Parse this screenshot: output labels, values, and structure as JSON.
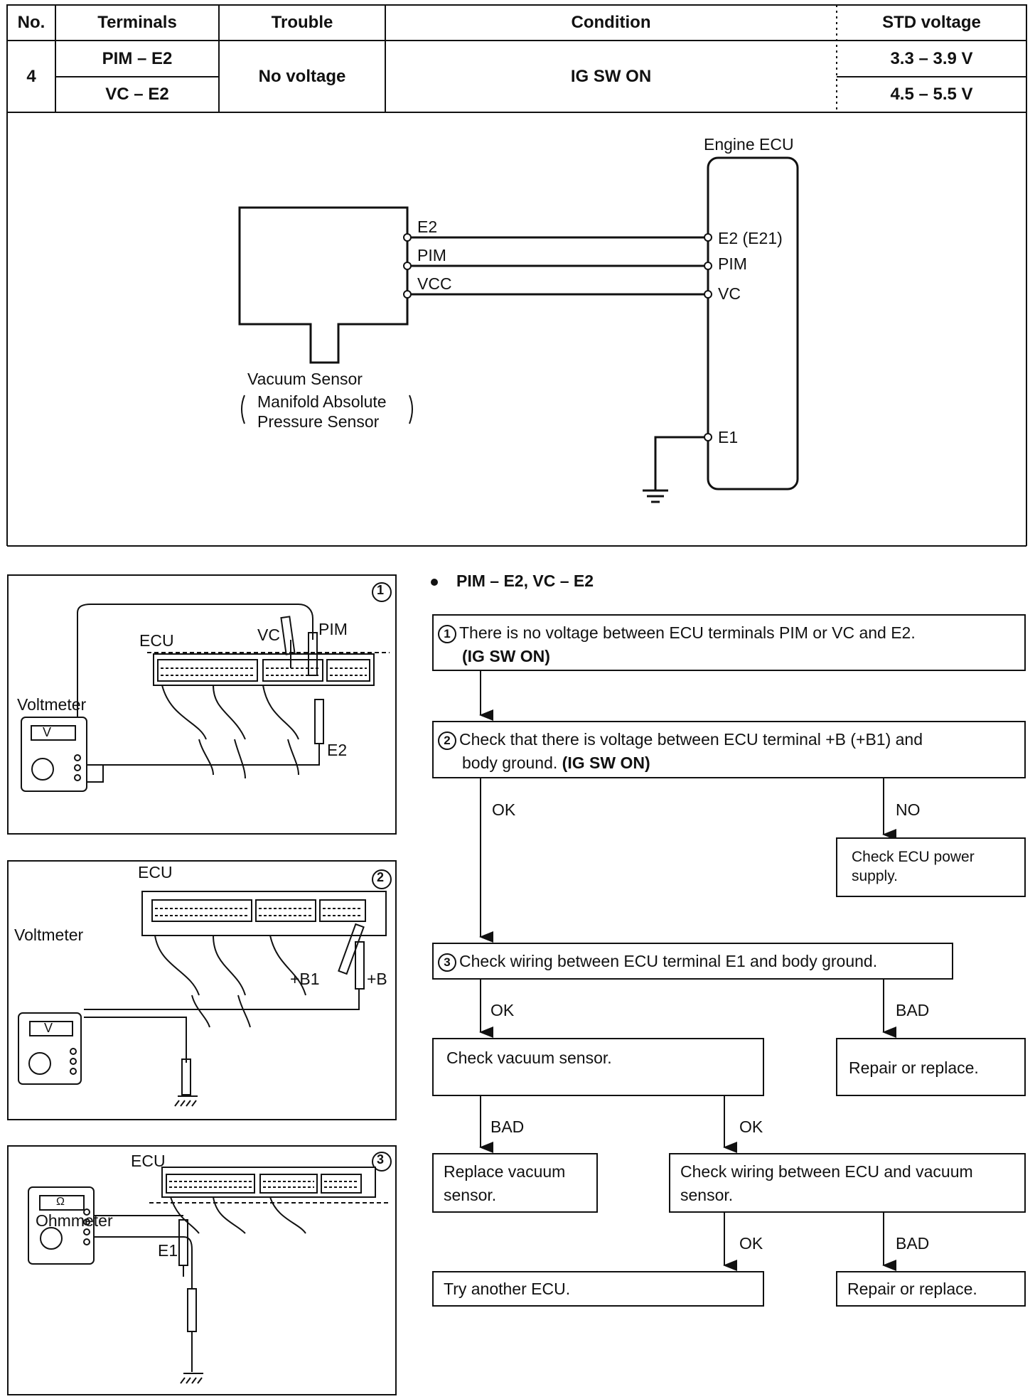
{
  "table": {
    "headers": {
      "no": "No.",
      "terminals": "Terminals",
      "trouble": "Trouble",
      "condition": "Condition",
      "std": "STD voltage"
    },
    "row": {
      "no": "4",
      "terminal_1": "PIM – E2",
      "terminal_2": "VC – E2",
      "trouble": "No voltage",
      "condition": "IG SW ON",
      "std_1": "3.3 – 3.9 V",
      "std_2": "4.5 – 5.5 V"
    }
  },
  "circuit": {
    "ecu_title": "Engine ECU",
    "sensor_pins": [
      "E2",
      "PIM",
      "VCC"
    ],
    "ecu_pins": [
      "E2 (E21)",
      "PIM",
      "VC",
      "E1"
    ],
    "sensor_name": "Vacuum Sensor",
    "sensor_sub_1": "Manifold Absolute",
    "sensor_sub_2": "Pressure Sensor"
  },
  "illustrations": {
    "ill1": {
      "num": "1",
      "ecu": "ECU",
      "meter": "Voltmeter",
      "meter_symbol": "V",
      "probe_a": "VC",
      "probe_b": "PIM",
      "probe_c": "E2"
    },
    "ill2": {
      "num": "2",
      "ecu": "ECU",
      "meter": "Voltmeter",
      "meter_symbol": "V",
      "probe_a": "+B1",
      "probe_b": "+B"
    },
    "ill3": {
      "num": "3",
      "ecu": "ECU",
      "meter": "Ohmmeter",
      "meter_symbol": "Ω",
      "probe_a": "E1"
    }
  },
  "flow": {
    "heading": "PIM – E2, VC – E2",
    "step1_num": "1",
    "step1_text": "There is no voltage between ECU terminals PIM or VC and E2.",
    "step1_cond": "(IG SW ON)",
    "step2_num": "2",
    "step2_text_a": "Check that there is voltage between ECU terminal +B (+B1) and",
    "step2_text_b": "body ground.",
    "step2_cond": "(IG SW ON)",
    "ok": "OK",
    "no": "NO",
    "bad": "BAD",
    "check_power": "Check ECU power supply.",
    "step3_num": "3",
    "step3_text": "Check wiring between ECU terminal E1 and body ground.",
    "check_sensor": "Check vacuum sensor.",
    "repair_1": "Repair or replace.",
    "replace_sensor": "Replace vacuum sensor.",
    "check_wiring": "Check wiring between ECU and vacuum sensor.",
    "try_ecu": "Try another ECU.",
    "repair_2": "Repair or replace."
  }
}
